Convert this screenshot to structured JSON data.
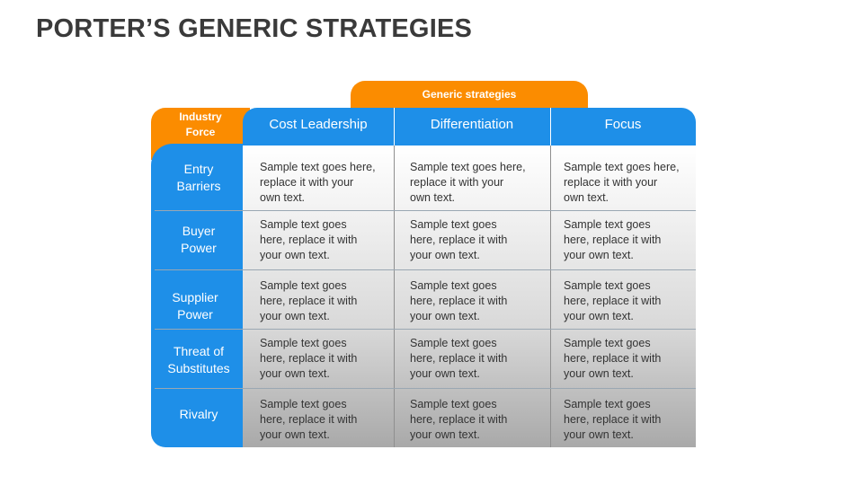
{
  "title": "PORTER’S GENERIC STRATEGIES",
  "colors": {
    "orange": "#fb8c00",
    "blue": "#1e8fe8",
    "title_text": "#3a3a3a",
    "cell_text": "#333333"
  },
  "diagram": {
    "top_tab_label": "Generic strategies",
    "corner_label_line1": "Industry",
    "corner_label_line2": "Force",
    "columns": [
      "Cost Leadership",
      "Differentiation",
      "Focus"
    ],
    "rows": [
      {
        "label_line1": "Entry",
        "label_line2": "Barriers",
        "cells": [
          [
            "Sample text goes here,",
            "replace it with your",
            "own text."
          ],
          [
            "Sample text goes here,",
            "replace it with your",
            "own text."
          ],
          [
            "Sample text goes here,",
            "replace it with your",
            "own text."
          ]
        ]
      },
      {
        "label_line1": "Buyer",
        "label_line2": "Power",
        "cells": [
          [
            "Sample text goes",
            "here, replace it with",
            "your own text."
          ],
          [
            "Sample text goes",
            "here, replace it with",
            "your own text."
          ],
          [
            "Sample text goes",
            "here, replace it with",
            "your own text."
          ]
        ]
      },
      {
        "label_line1": "Supplier",
        "label_line2": "Power",
        "cells": [
          [
            "Sample text goes",
            "here, replace it with",
            "your own text."
          ],
          [
            "Sample text goes",
            "here, replace it with",
            "your own text."
          ],
          [
            "Sample text goes",
            "here, replace it with",
            "your own text."
          ]
        ]
      },
      {
        "label_line1": "Threat of",
        "label_line2": "Substitutes",
        "cells": [
          [
            "Sample text goes",
            "here, replace it with",
            "your own text."
          ],
          [
            "Sample text goes",
            "here, replace it with",
            "your own text."
          ],
          [
            "Sample text goes",
            "here, replace it with",
            "your own text."
          ]
        ]
      },
      {
        "label_line1": "Rivalry",
        "label_line2": "",
        "cells": [
          [
            "Sample text goes",
            "here, replace it with",
            "your own text."
          ],
          [
            "Sample text goes",
            "here, replace it with",
            "your own text."
          ],
          [
            "Sample text goes",
            "here, replace it with",
            "your own text."
          ]
        ]
      }
    ]
  }
}
